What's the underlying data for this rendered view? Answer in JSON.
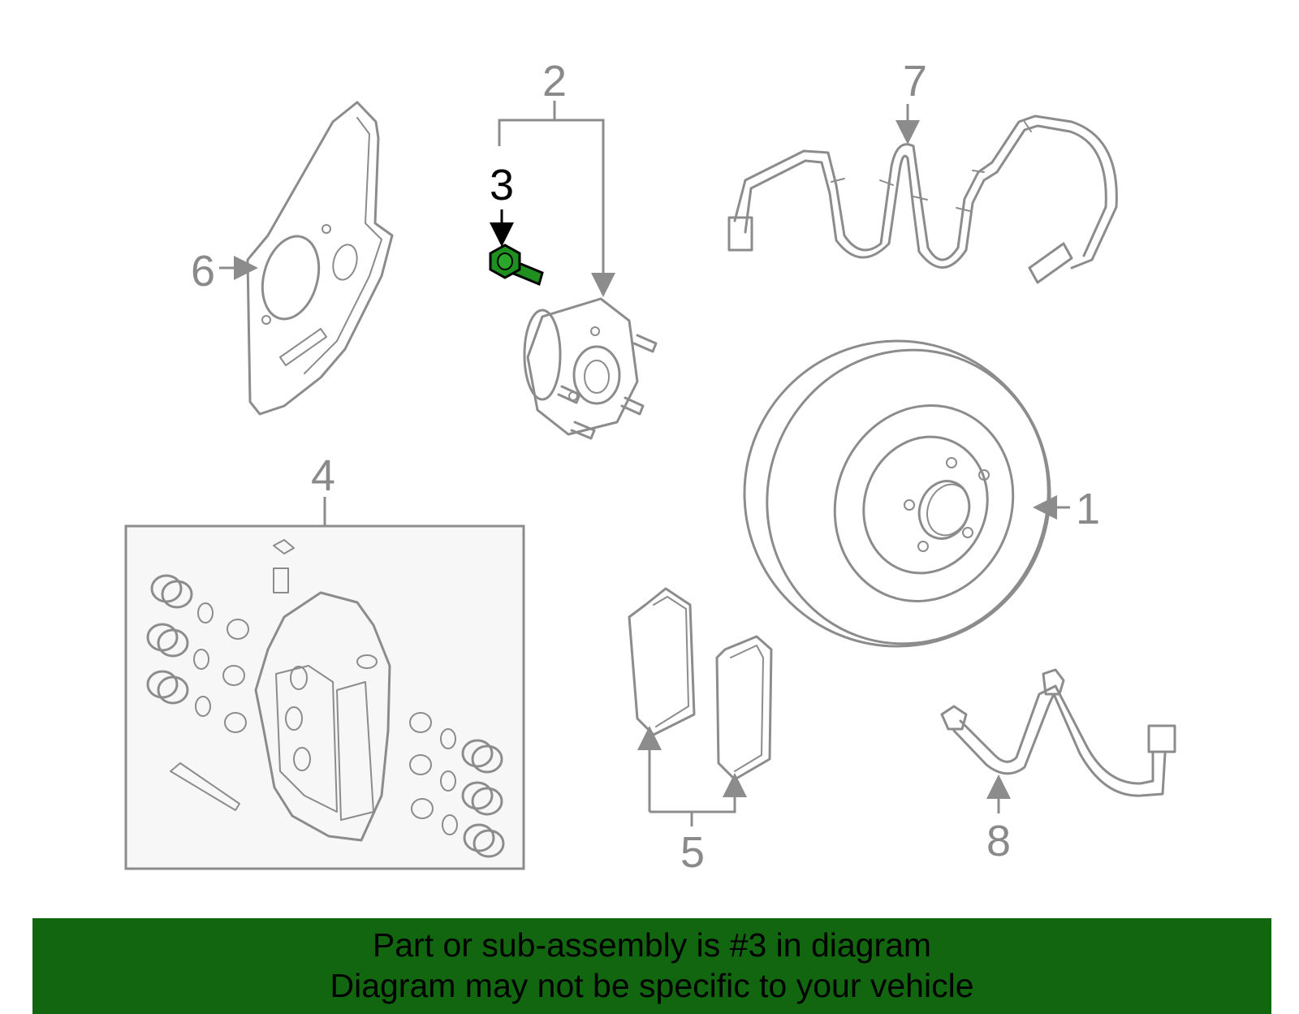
{
  "diagram": {
    "callouts": [
      {
        "id": "1",
        "label": "1"
      },
      {
        "id": "2",
        "label": "2"
      },
      {
        "id": "3",
        "label": "3",
        "highlighted": true
      },
      {
        "id": "4",
        "label": "4"
      },
      {
        "id": "5",
        "label": "5"
      },
      {
        "id": "6",
        "label": "6"
      },
      {
        "id": "7",
        "label": "7"
      },
      {
        "id": "8",
        "label": "8"
      }
    ],
    "colors": {
      "line": "#8c8c8c",
      "highlight_part": "#1f8f1f",
      "banner": "#11660f",
      "box_fill": "#f7f7f7"
    }
  },
  "banner": {
    "line1": "Part or sub-assembly is #3 in diagram",
    "line2": "Diagram may not be specific to your vehicle"
  }
}
